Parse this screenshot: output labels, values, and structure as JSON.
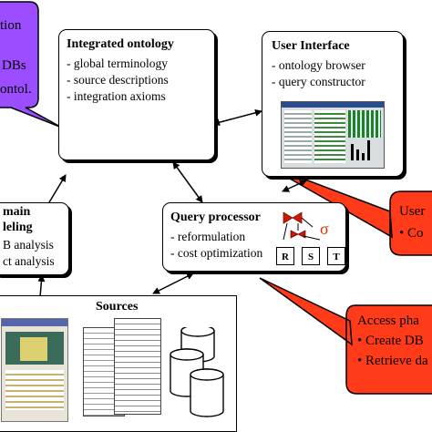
{
  "colors": {
    "purple_callout": "#9b4dff",
    "red_callout": "#ff3b1a",
    "callout_border": "#000000",
    "sigma": "#cc3300"
  },
  "top_left_callout": {
    "line1": "tion",
    "line2": "DBs",
    "line3": "ontol."
  },
  "integrated_ontology": {
    "title": "Integrated ontology",
    "items": [
      "- global terminology",
      "- source descriptions",
      "- integration axioms"
    ]
  },
  "user_interface": {
    "title": "User Interface",
    "items": [
      "- ontology browser",
      "- query constructor"
    ]
  },
  "domain_modeling": {
    "title_line1": "main",
    "title_line2": "leling",
    "items": [
      "B analysis",
      "ct analysis"
    ]
  },
  "query_processor": {
    "title": "Query processor",
    "items": [
      "- reformulation",
      "- cost optimization"
    ],
    "relations": [
      "R",
      "S",
      "T"
    ],
    "sigma": "σ"
  },
  "sources": {
    "title": "Sources"
  },
  "user_callout": {
    "line1": "User",
    "line2": "• Co"
  },
  "access_callout": {
    "line1": "Access pha",
    "line2": "• Create DB",
    "line3": "• Retrieve da"
  }
}
